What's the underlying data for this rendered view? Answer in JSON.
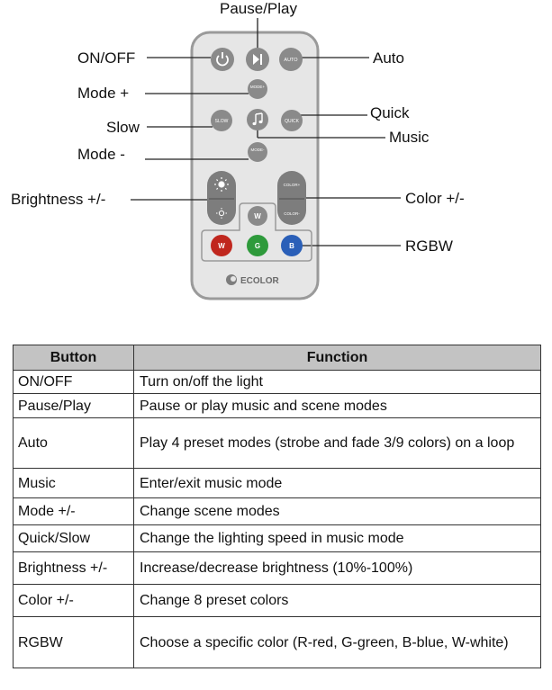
{
  "diagram": {
    "labels": {
      "pause_play": "Pause/Play",
      "on_off": "ON/OFF",
      "auto": "Auto",
      "mode_plus": "Mode +",
      "slow": "Slow",
      "quick": "Quick",
      "music": "Music",
      "mode_minus": "Mode -",
      "brightness": "Brightness +/-",
      "color": "Color +/-",
      "rgbw": "RGBW"
    },
    "remote": {
      "brand": "ECOLOR",
      "button_text": {
        "auto": "AUTO",
        "mode_plus": "MODE+",
        "slow": "SLOW",
        "quick": "QUICK",
        "mode_minus": "MODE-",
        "color_plus": "COLOR+",
        "color_minus": "COLOR-",
        "w": "W",
        "r": "W",
        "g": "G",
        "b": "B"
      },
      "icons": {
        "power": "power-icon",
        "pause_play": "play-pause-icon",
        "music": "music-note-icon",
        "brightness": "sun-icon"
      },
      "colors": {
        "body": "#e6e6e6",
        "button": "#8a8a8a",
        "red": "#c0271e",
        "green": "#2e9a3b",
        "blue": "#2a5fb8"
      }
    }
  },
  "table": {
    "headers": [
      "Button",
      "Function"
    ],
    "rows": [
      [
        "ON/OFF",
        "Turn on/off the light"
      ],
      [
        "Pause/Play",
        "Pause or play music and scene modes"
      ],
      [
        "Auto",
        "Play 4 preset modes (strobe and fade 3/9 colors) on a loop"
      ],
      [
        "Music",
        "Enter/exit music mode"
      ],
      [
        "Mode +/-",
        "Change scene modes"
      ],
      [
        "Quick/Slow",
        "Change the lighting speed in music mode"
      ],
      [
        "Brightness +/-",
        "Increase/decrease brightness (10%-100%)"
      ],
      [
        "Color +/-",
        "Change 8 preset colors"
      ],
      [
        "RGBW",
        "Choose a specific color (R-red, G-green, B-blue, W-white)"
      ]
    ]
  }
}
